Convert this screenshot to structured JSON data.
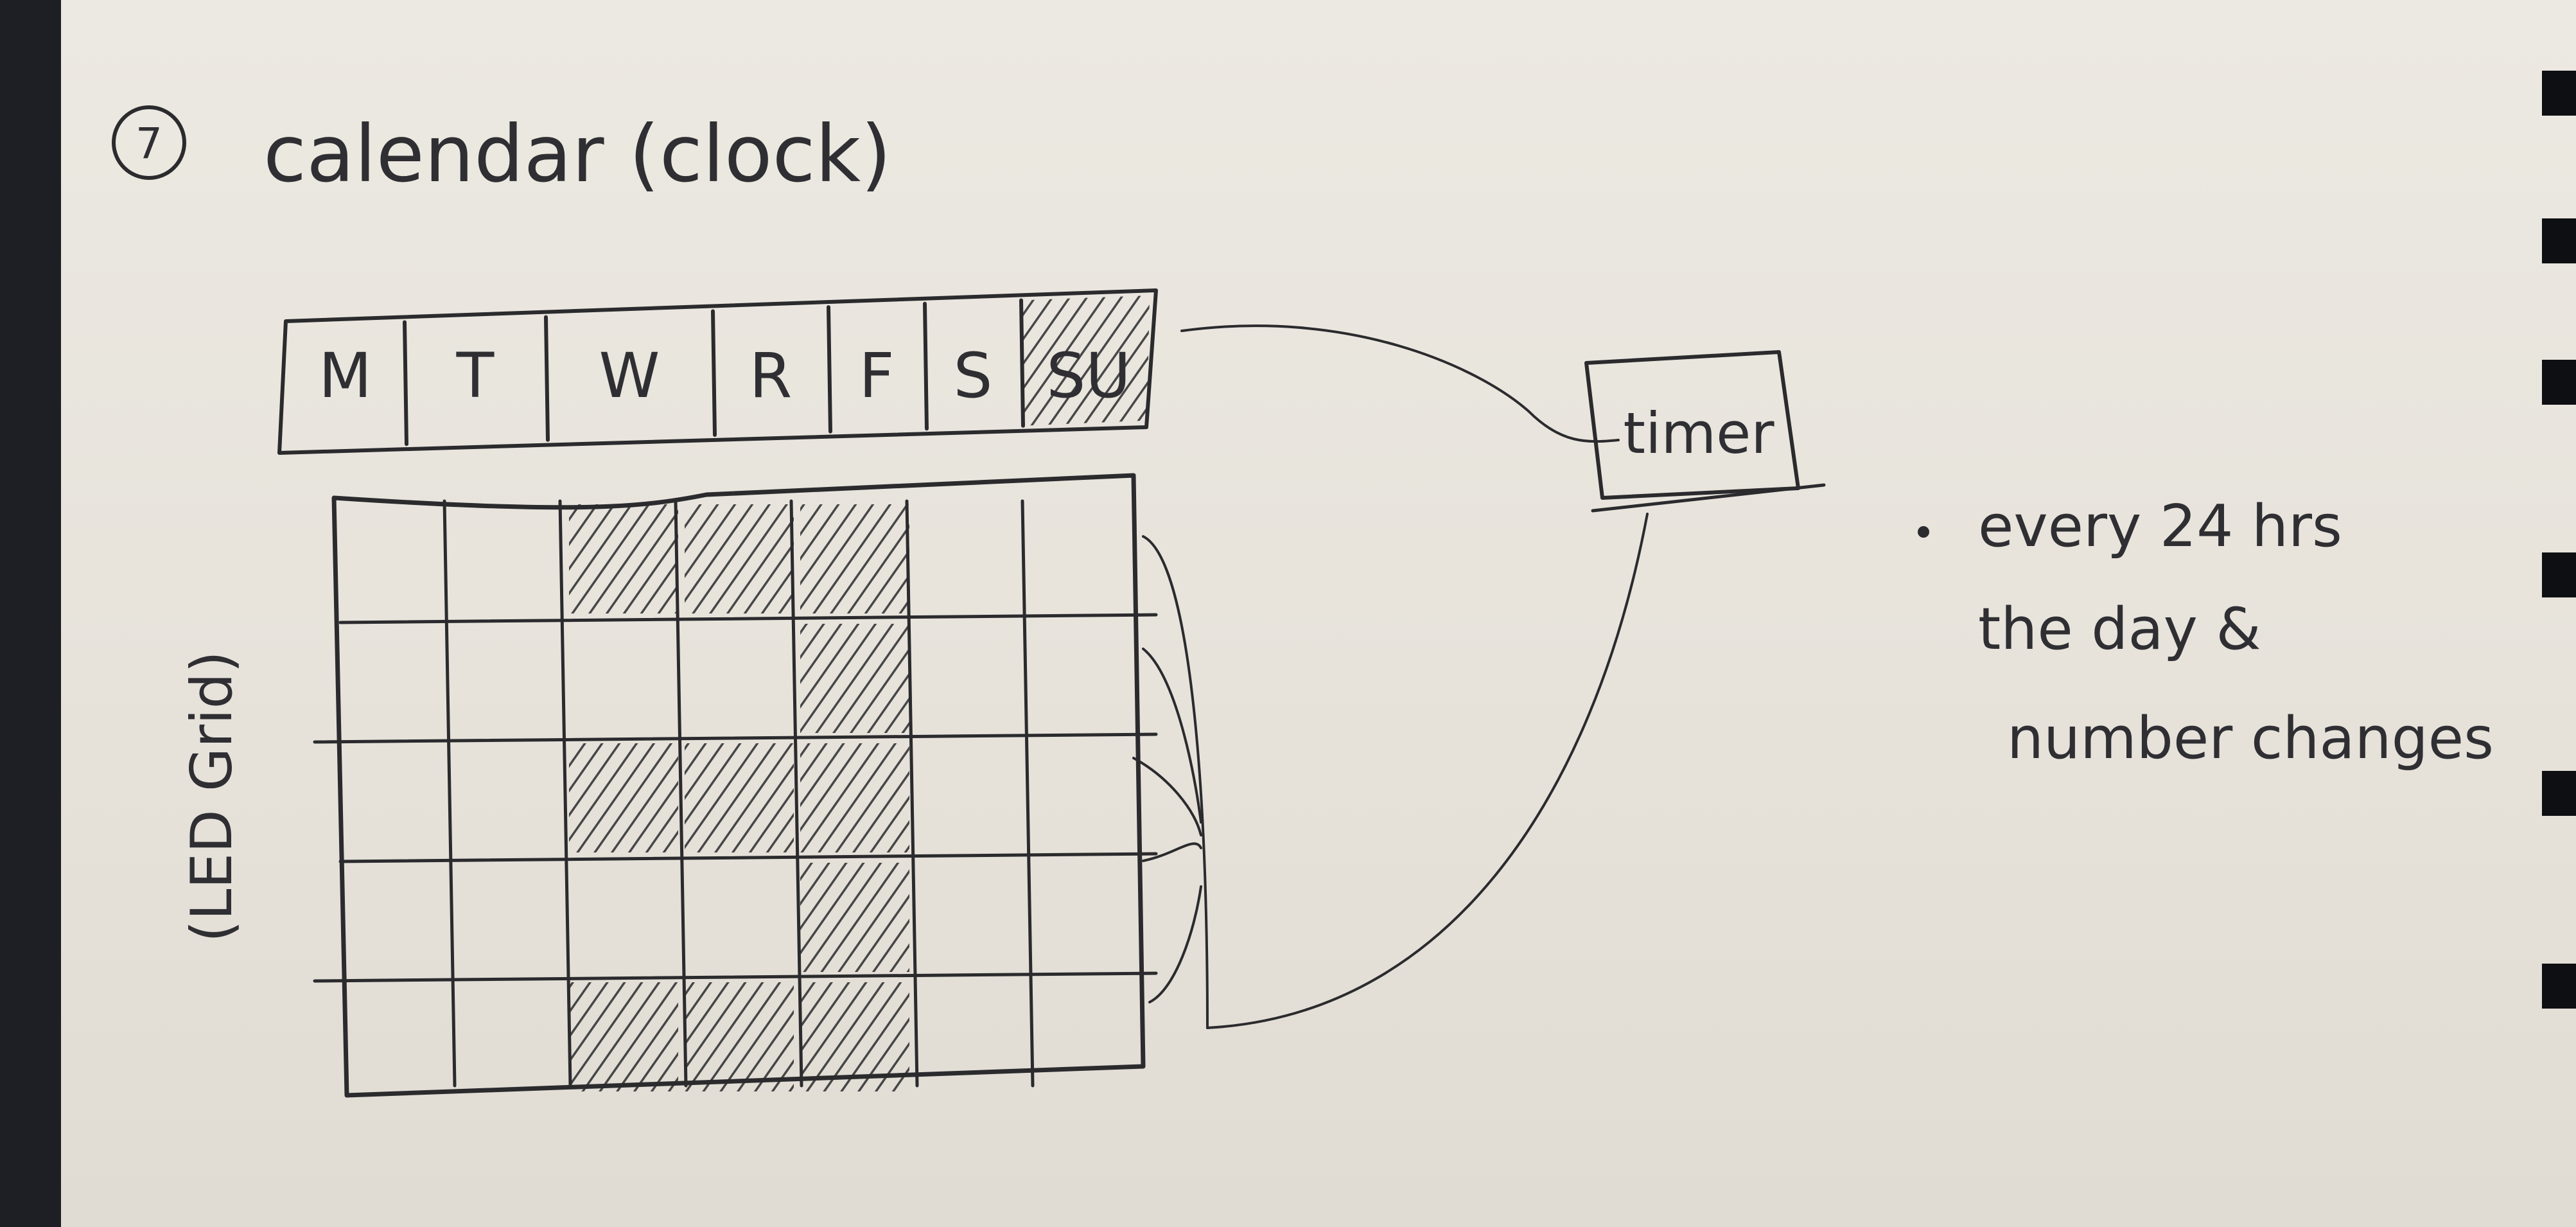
{
  "sketch": {
    "number": "7",
    "title": "calendar (clock)",
    "days": [
      "M",
      "T",
      "W",
      "R",
      "F",
      "S"
    ],
    "last_day": "SU",
    "grid_label": "(LED Grid)",
    "timer_label": "timer",
    "note_lines": [
      "every 24 hrs",
      "the day &",
      "number changes"
    ],
    "grid_rows": 5,
    "grid_cols": 7,
    "lit_cells": [
      [
        0,
        2
      ],
      [
        0,
        3
      ],
      [
        0,
        4
      ],
      [
        1,
        4
      ],
      [
        2,
        2
      ],
      [
        2,
        3
      ],
      [
        2,
        4
      ],
      [
        3,
        4
      ],
      [
        4,
        2
      ],
      [
        4,
        3
      ],
      [
        4,
        4
      ]
    ]
  },
  "colors": {
    "ink": "#2b2b2e",
    "paper": "#ece9e2",
    "background": "#1d1f24"
  }
}
